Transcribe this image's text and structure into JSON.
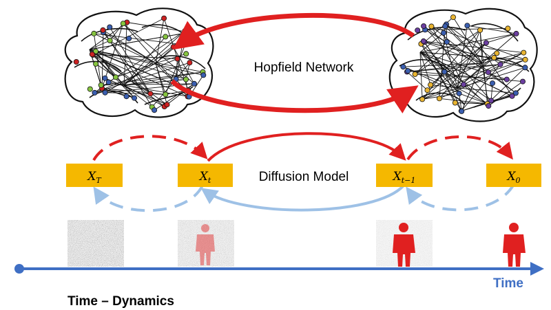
{
  "hopfield": {
    "label": "Hopfield Network",
    "left_node_colors": [
      "#3b5fb0",
      "#86c440",
      "#cc2222"
    ],
    "right_node_colors": [
      "#e8b431",
      "#6b3fa0",
      "#3b5fb0"
    ]
  },
  "diffusion": {
    "label": "Diffusion Model",
    "box_color": "#f5b800",
    "states": [
      {
        "symbol": "X",
        "subscript": "T"
      },
      {
        "symbol": "X",
        "subscript": "t"
      },
      {
        "symbol": "X",
        "subscript": "t−1"
      },
      {
        "symbol": "X",
        "subscript": "0"
      }
    ]
  },
  "timeline": {
    "time_label": "Time",
    "axis_color": "#3f6fc4"
  },
  "caption": "Time – Dynamics",
  "colors": {
    "forward_arrow": "#e02020",
    "backward_arrow": "#9ec1e6",
    "figure": "#e02020"
  }
}
